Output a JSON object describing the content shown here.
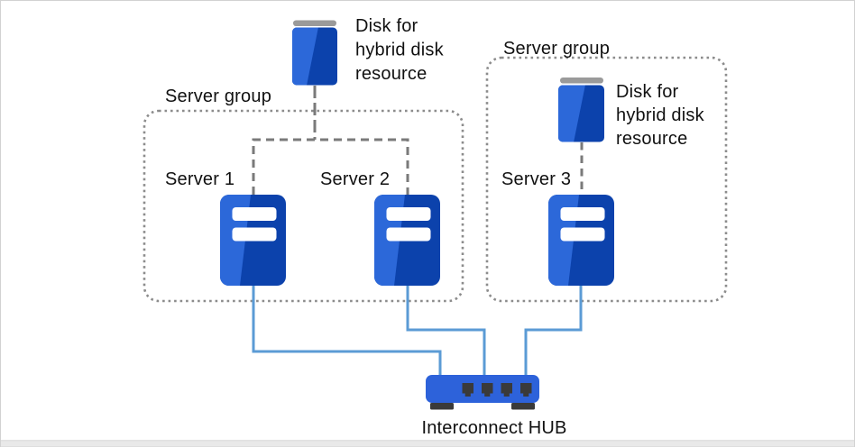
{
  "colors": {
    "icon_blue_dark": "#0C42AC",
    "icon_blue_light": "#2C68D9",
    "hub_blue": "#2D62DA",
    "cable_blue": "#5B9BD5",
    "connector_gray": "#7A7A7A",
    "group_border_gray": "#8C8C8C",
    "disk_cap_gray": "#9A9A9A",
    "port_dark": "#3A3A3A",
    "text_color": "#111111",
    "page_border": "#D2D2D2",
    "bottom_strip": "#E9E9E9"
  },
  "groups": [
    {
      "label": "Server group"
    },
    {
      "label": "Server group"
    }
  ],
  "disks": [
    {
      "label_lines": [
        "Disk for",
        "hybrid disk",
        "resource"
      ]
    },
    {
      "label_lines": [
        "Disk for",
        "hybrid disk",
        "resource"
      ]
    }
  ],
  "servers": [
    {
      "label": "Server 1"
    },
    {
      "label": "Server 2"
    },
    {
      "label": "Server 3"
    }
  ],
  "hub": {
    "label": "Interconnect HUB"
  }
}
